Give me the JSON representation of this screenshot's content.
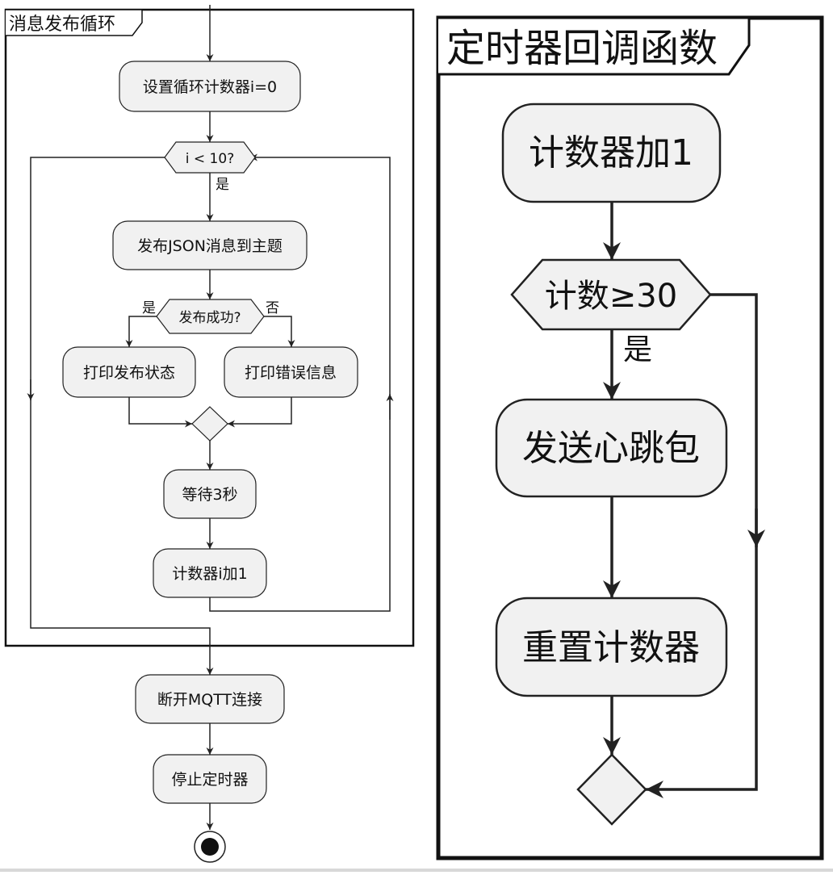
{
  "left_diagram": {
    "partition_title": "消息发布循环",
    "nodes": {
      "init_counter": "设置循环计数器i=0",
      "loop_condition": "i < 10?",
      "loop_yes": "是",
      "publish_json": "发布JSON消息到主题",
      "publish_ok_condition": "发布成功?",
      "publish_ok_yes": "是",
      "publish_ok_no": "否",
      "print_status": "打印发布状态",
      "print_error": "打印错误信息",
      "wait": "等待3秒",
      "increment": "计数器i加1",
      "disconnect": "断开MQTT连接",
      "stop_timer": "停止定时器"
    }
  },
  "right_diagram": {
    "partition_title": "定时器回调函数",
    "nodes": {
      "increment": "计数器加1",
      "threshold_condition": "计数≥30",
      "threshold_yes": "是",
      "send_heartbeat": "发送心跳包",
      "reset_counter": "重置计数器"
    }
  }
}
